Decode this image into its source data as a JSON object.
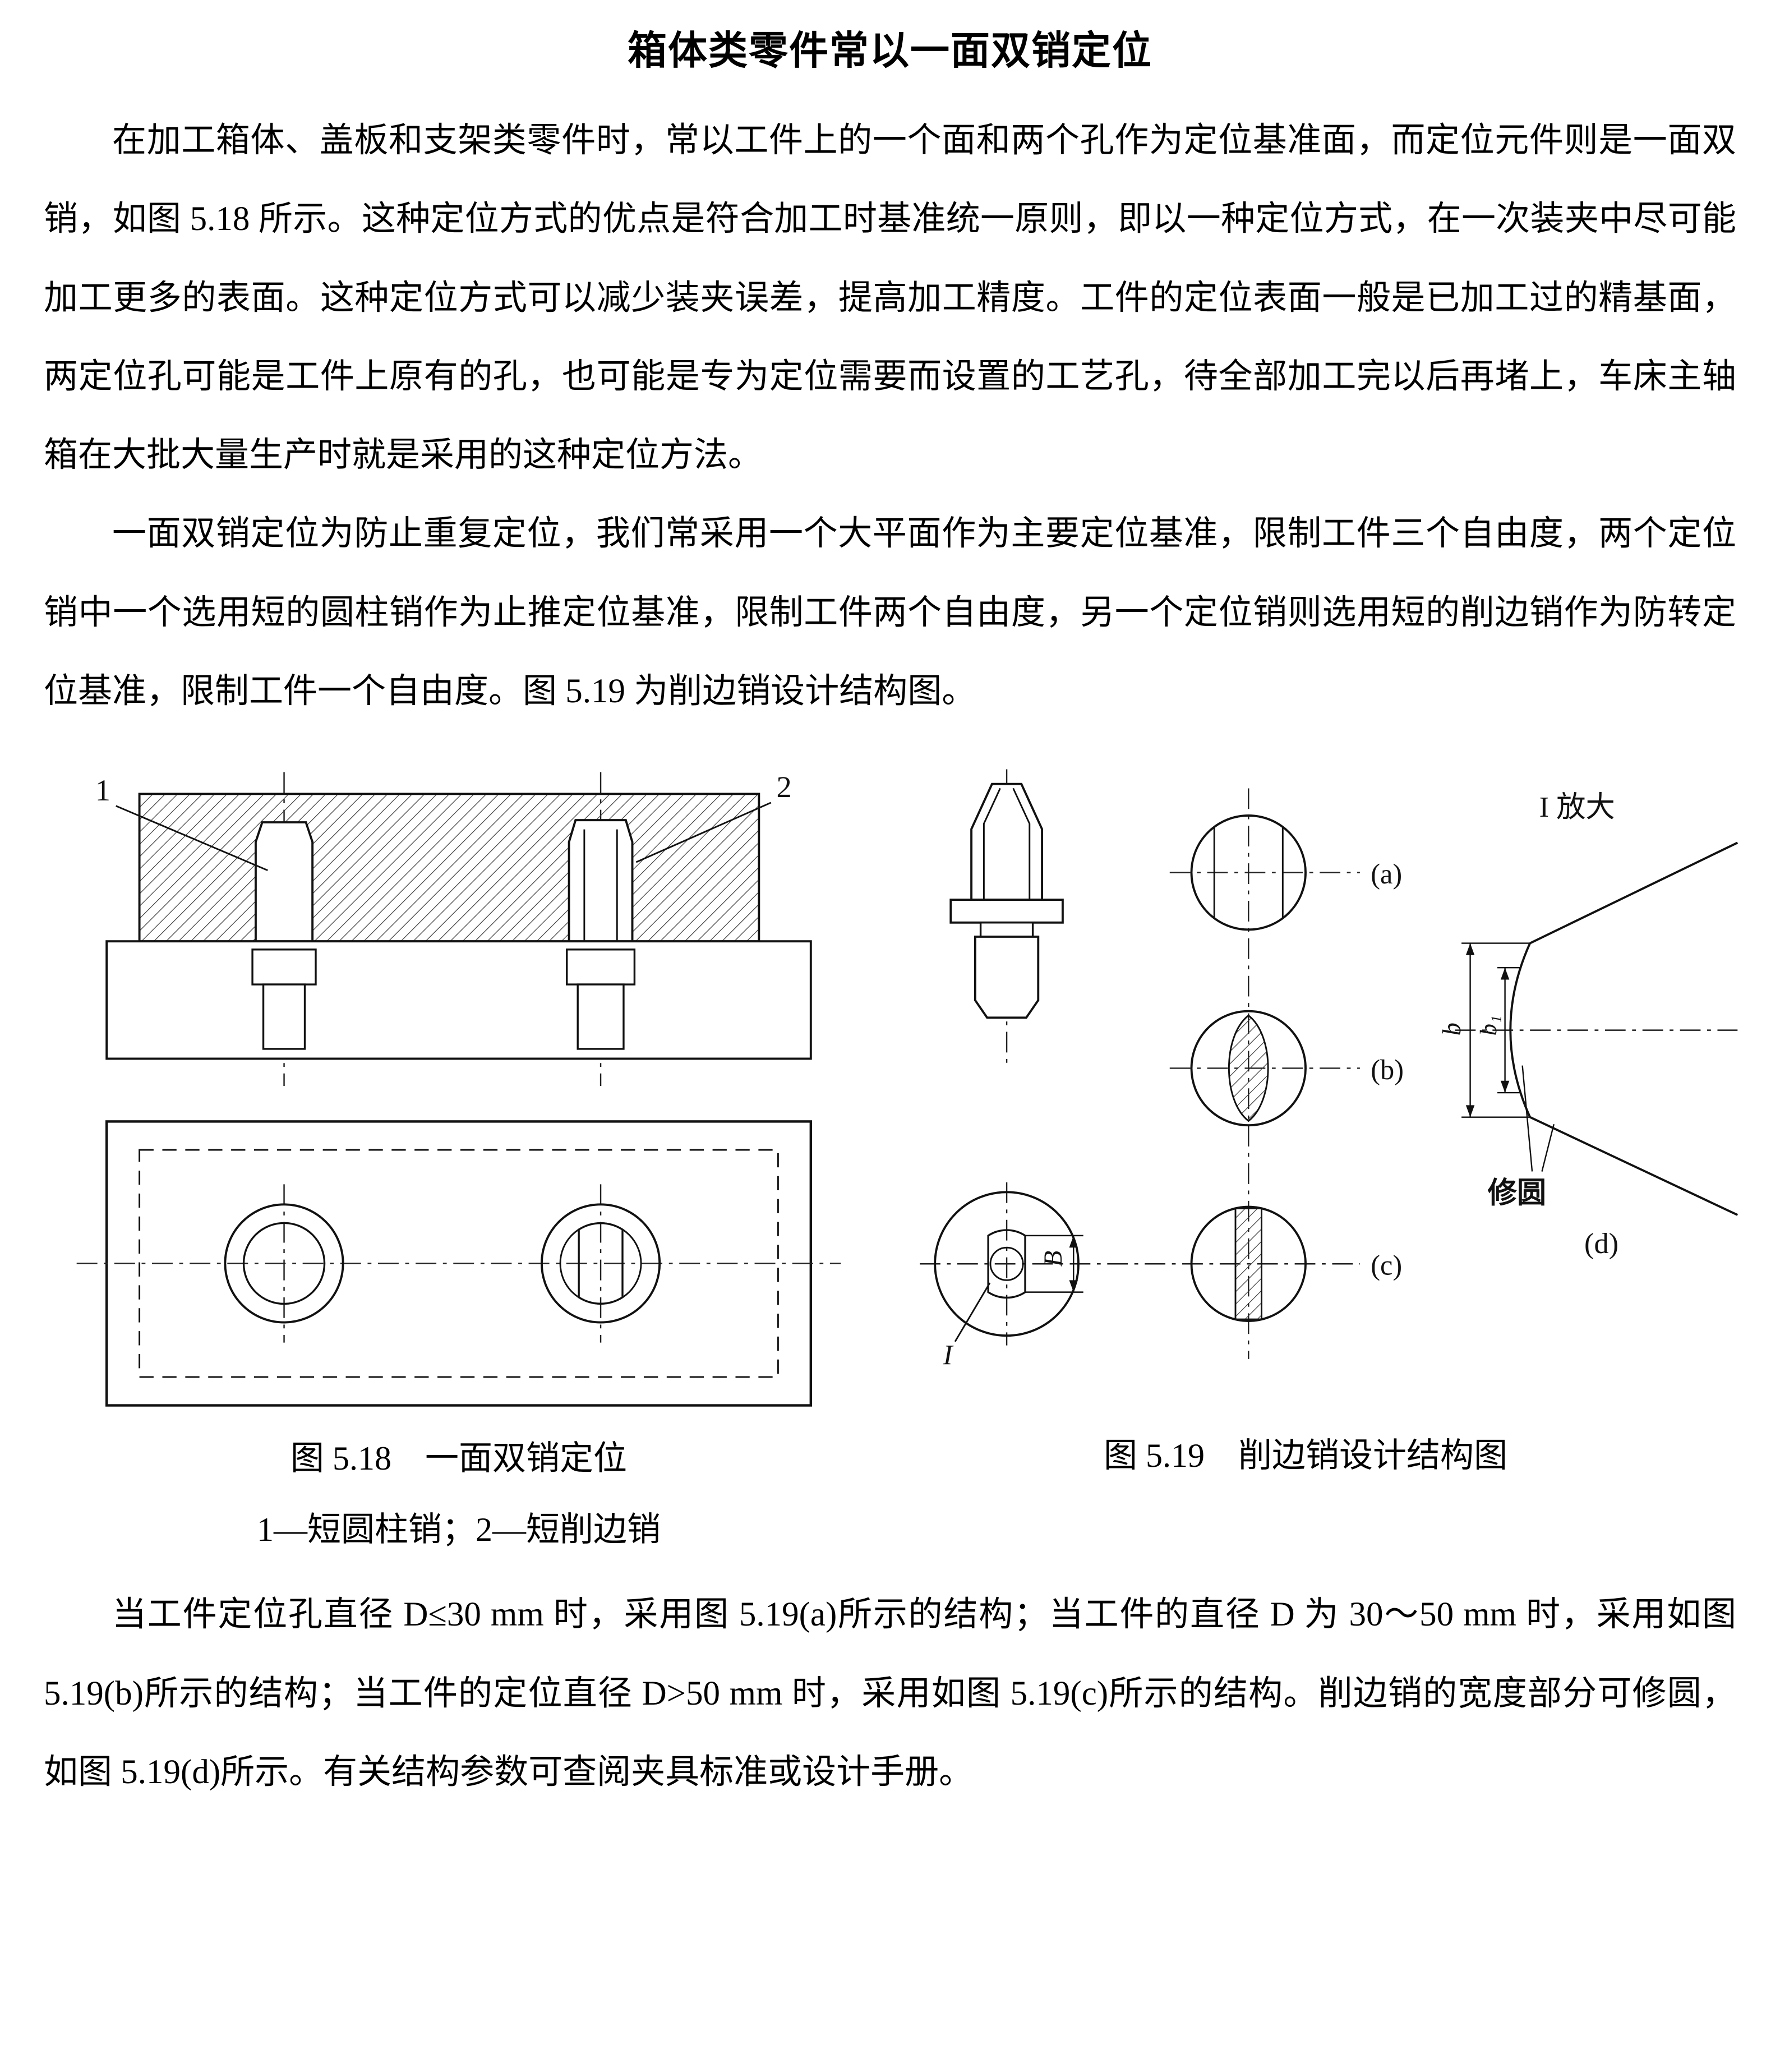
{
  "page": {
    "title": "箱体类零件常以一面双销定位",
    "paragraphs": [
      "在加工箱体、盖板和支架类零件时，常以工件上的一个面和两个孔作为定位基准面，而定位元件则是一面双销，如图 5.18 所示。这种定位方式的优点是符合加工时基准统一原则，即以一种定位方式，在一次装夹中尽可能加工更多的表面。这种定位方式可以减少装夹误差，提高加工精度。工件的定位表面一般是已加工过的精基面，两定位孔可能是工件上原有的孔，也可能是专为定位需要而设置的工艺孔，待全部加工完以后再堵上，车床主轴箱在大批大量生产时就是采用的这种定位方法。",
      "一面双销定位为防止重复定位，我们常采用一个大平面作为主要定位基准，限制工件三个自由度，两个定位销中一个选用短的圆柱销作为止推定位基准，限制工件两个自由度，另一个定位销则选用短的削边销作为防转定位基准，限制工件一个自由度。图 5.19 为削边销设计结构图。"
    ],
    "closing_paragraph": "当工件定位孔直径 D≤30 mm 时，采用图 5.19(a)所示的结构；当工件的直径 D 为 30～50 mm 时，采用如图 5.19(b)所示的结构；当工件的定位直径 D>50 mm 时，采用如图 5.19(c)所示的结构。削边销的宽度部分可修圆，如图 5.19(d)所示。有关结构参数可查阅夹具标准或设计手册。"
  },
  "figure_518": {
    "caption": "图 5.18　一面双销定位",
    "legend": "1—短圆柱销；2—短削边销",
    "labels": {
      "pin1": "1",
      "pin2": "2"
    }
  },
  "figure_519": {
    "caption": "图 5.19　削边销设计结构图",
    "labels": {
      "detail_title": "I 放大",
      "view_a": "(a)",
      "view_b": "(b)",
      "view_c": "(c)",
      "view_d": "(d)",
      "dim_b": "b",
      "dim_b1": "b₁",
      "dim_B": "B",
      "detail_ref": "I",
      "rounding_note": "修圆"
    }
  }
}
